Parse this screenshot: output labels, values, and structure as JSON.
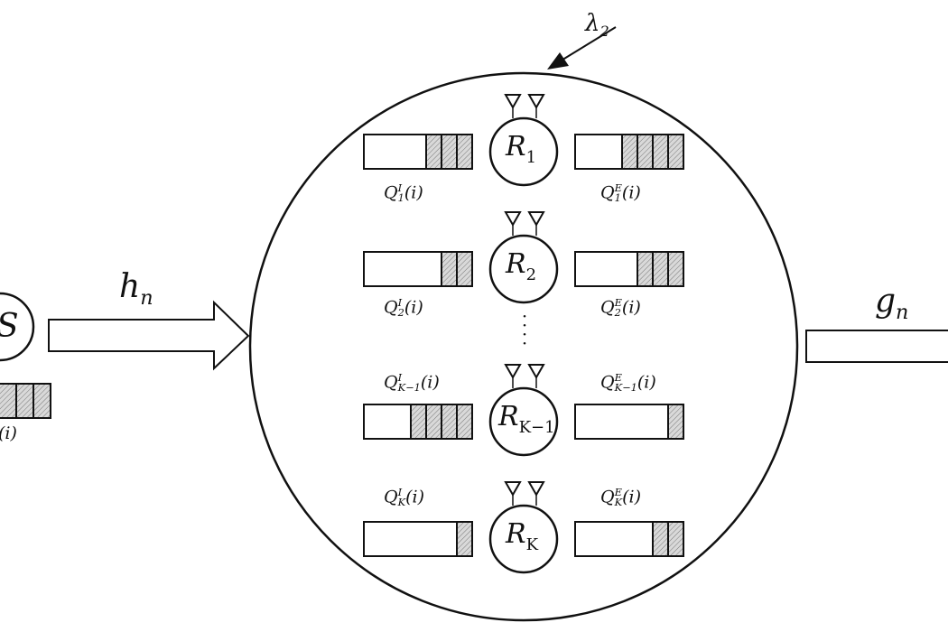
{
  "source": {
    "label": "S",
    "queue_label_suffix": "(i)"
  },
  "links": {
    "source_to_relays": "h",
    "source_to_relays_sub": "n",
    "relays_to_dest": "g",
    "relays_to_dest_sub": "n"
  },
  "interference": {
    "symbol": "λ",
    "sub": "2"
  },
  "relays": [
    {
      "name": "R",
      "sub": "1",
      "queue_i": {
        "q": "Q",
        "sup": "I",
        "sub": "1",
        "arg": "(i)"
      },
      "queue_e": {
        "q": "Q",
        "sup": "E",
        "sub": "1",
        "arg": "(i)"
      },
      "filled_i": 3,
      "filled_e": 4
    },
    {
      "name": "R",
      "sub": "2",
      "queue_i": {
        "q": "Q",
        "sup": "I",
        "sub": "2",
        "arg": "(i)"
      },
      "queue_e": {
        "q": "Q",
        "sup": "E",
        "sub": "2",
        "arg": "(i)"
      },
      "filled_i": 2,
      "filled_e": 3
    },
    {
      "name": "R",
      "sub": "K−1",
      "queue_i": {
        "q": "Q",
        "sup": "I",
        "sub": "K−1",
        "arg": "(i)"
      },
      "queue_e": {
        "q": "Q",
        "sup": "E",
        "sub": "K−1",
        "arg": "(i)"
      },
      "filled_i": 4,
      "filled_e": 1
    },
    {
      "name": "R",
      "sub": "K",
      "queue_i": {
        "q": "Q",
        "sup": "I",
        "sub": "K",
        "arg": "(i)"
      },
      "queue_e": {
        "q": "Q",
        "sup": "E",
        "sub": "K",
        "arg": "(i)"
      },
      "filled_i": 1,
      "filled_e": 2
    }
  ],
  "colors": {
    "stroke": "#111111",
    "hatch_bg": "#d9d9d9"
  }
}
